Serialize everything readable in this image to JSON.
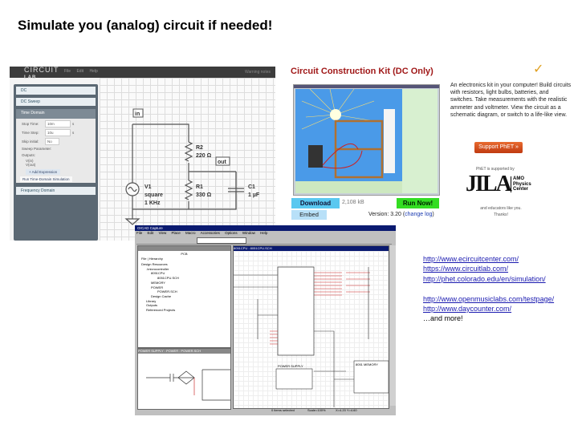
{
  "title": "Simulate you (analog) circuit if needed!",
  "circuitlab": {
    "logo_top": "CIRCUIT",
    "logo_bottom": "LAB",
    "menu": [
      "File",
      "Edit",
      "Help"
    ],
    "header_right": "Warning notes",
    "sections": [
      "DC",
      "DC Sweep",
      "Time Domain",
      "Frequency Domain"
    ],
    "fields": [
      {
        "label": "Stop Time:",
        "value": "10m",
        "unit": "s"
      },
      {
        "label": "Time Step:",
        "value": "10u",
        "unit": "s"
      },
      {
        "label": "Skip initial:",
        "value": "No"
      }
    ],
    "sweep_label": "Sweep Parameter:",
    "outputs_label": "Outputs:",
    "outputs": [
      "V(in)",
      "V(out)"
    ],
    "add_expression": "+ Add Expression",
    "run_button": "Run Time-Domain Simulation",
    "circuit": {
      "node_in": "in",
      "node_out": "out",
      "v1": [
        "V1",
        "square",
        "1 KHz"
      ],
      "r2": [
        "R2",
        "220 Ω"
      ],
      "r1": [
        "R1",
        "330 Ω"
      ],
      "c1": [
        "C1",
        "1 µF"
      ]
    }
  },
  "phet": {
    "title": "Circuit Construction Kit (DC Only)",
    "description": "An electronics kit in your computer! Build circuits with resistors, light bulbs, batteries, and switches. Take measurements with the realistic ammeter and voltmeter. View the circuit as a schematic diagram, or switch to a life-like view.",
    "support_button": "Support PhET »",
    "supported_by": "PhET is supported by",
    "jila": "JILA",
    "amo": [
      "AMO",
      "Physics",
      "Center"
    ],
    "educators": "and educators like you. Thanks!",
    "download": "Download",
    "size": "2,108 kB",
    "run": "Run Now!",
    "embed": "Embed",
    "version_label": "Version: 3.20",
    "changelog": "change log",
    "colors": {
      "title": "#a01818",
      "download": "#5ac8f0",
      "run": "#33dd22",
      "support": "#d04a18"
    }
  },
  "orcad": {
    "window_title": "OrCAD Capture",
    "menu": [
      "File",
      "Edit",
      "View",
      "Place",
      "Macro",
      "Accessories",
      "Options",
      "Window",
      "Help"
    ],
    "project_title": "PCB",
    "tabs": [
      "File",
      "Hierarchy"
    ],
    "tree": [
      "Design Resources",
      ".\\microcontroller",
      "8051CPU",
      "8051CPU.SCH",
      "MEMORY",
      "POWER",
      "POWER.SCH",
      "Design Cache",
      "Library",
      "Outputs",
      "Referenced Projects"
    ],
    "schematic_title": "8051CPU : 8051CPU.SCH",
    "lower_title": "POWER SUPPLY : POWER : POWER.SCH",
    "blocks": [
      "POWER SUPPLY",
      "8051 MEMORY"
    ],
    "status": [
      "0 items selected",
      "Scale=100%",
      "X=4.20  Y=4.60"
    ]
  },
  "links": [
    "http://www.ecircuitcenter.com/",
    "https://www.circuitlab.com/",
    "http://phet.colorado.edu/en/simulation/",
    "",
    "http://www.openmusiclabs.com/testpage/",
    "http://www.daycounter.com/"
  ],
  "more": "…and more!"
}
